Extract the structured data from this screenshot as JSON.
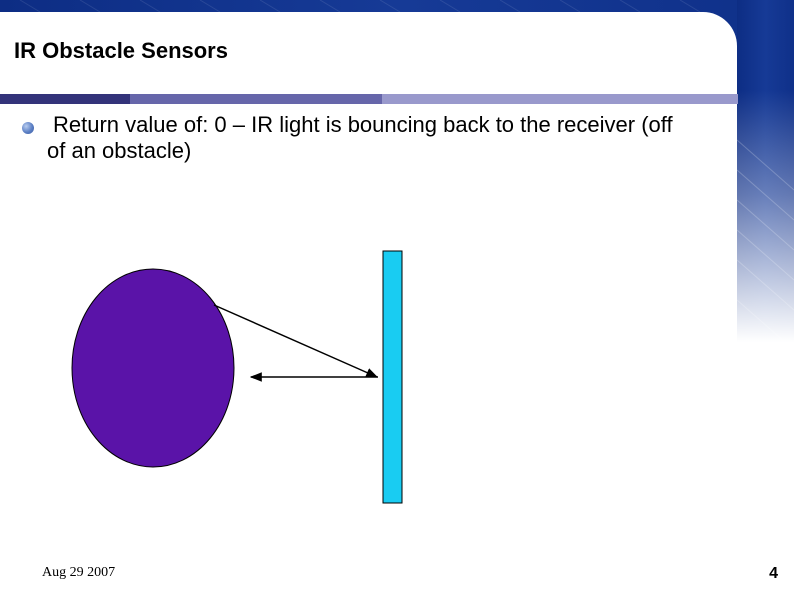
{
  "slide": {
    "title": "IR Obstacle Sensors",
    "bullet_text": "Return value of: 0 – IR light is bouncing back to the receiver (off of an obstacle)",
    "footer_date": "Aug 29 2007",
    "page_number": "4"
  },
  "colors": {
    "header_background": "#10318a",
    "rule_dark": "#33337a",
    "rule_mid": "#6666aa",
    "rule_light": "#9999cc",
    "bullet_dot": "#5b7fc4",
    "sensor_fill": "#5a13a8",
    "obstacle_fill": "#19ccf2"
  },
  "icons": {
    "bullet": "bullet-dot-icon"
  }
}
